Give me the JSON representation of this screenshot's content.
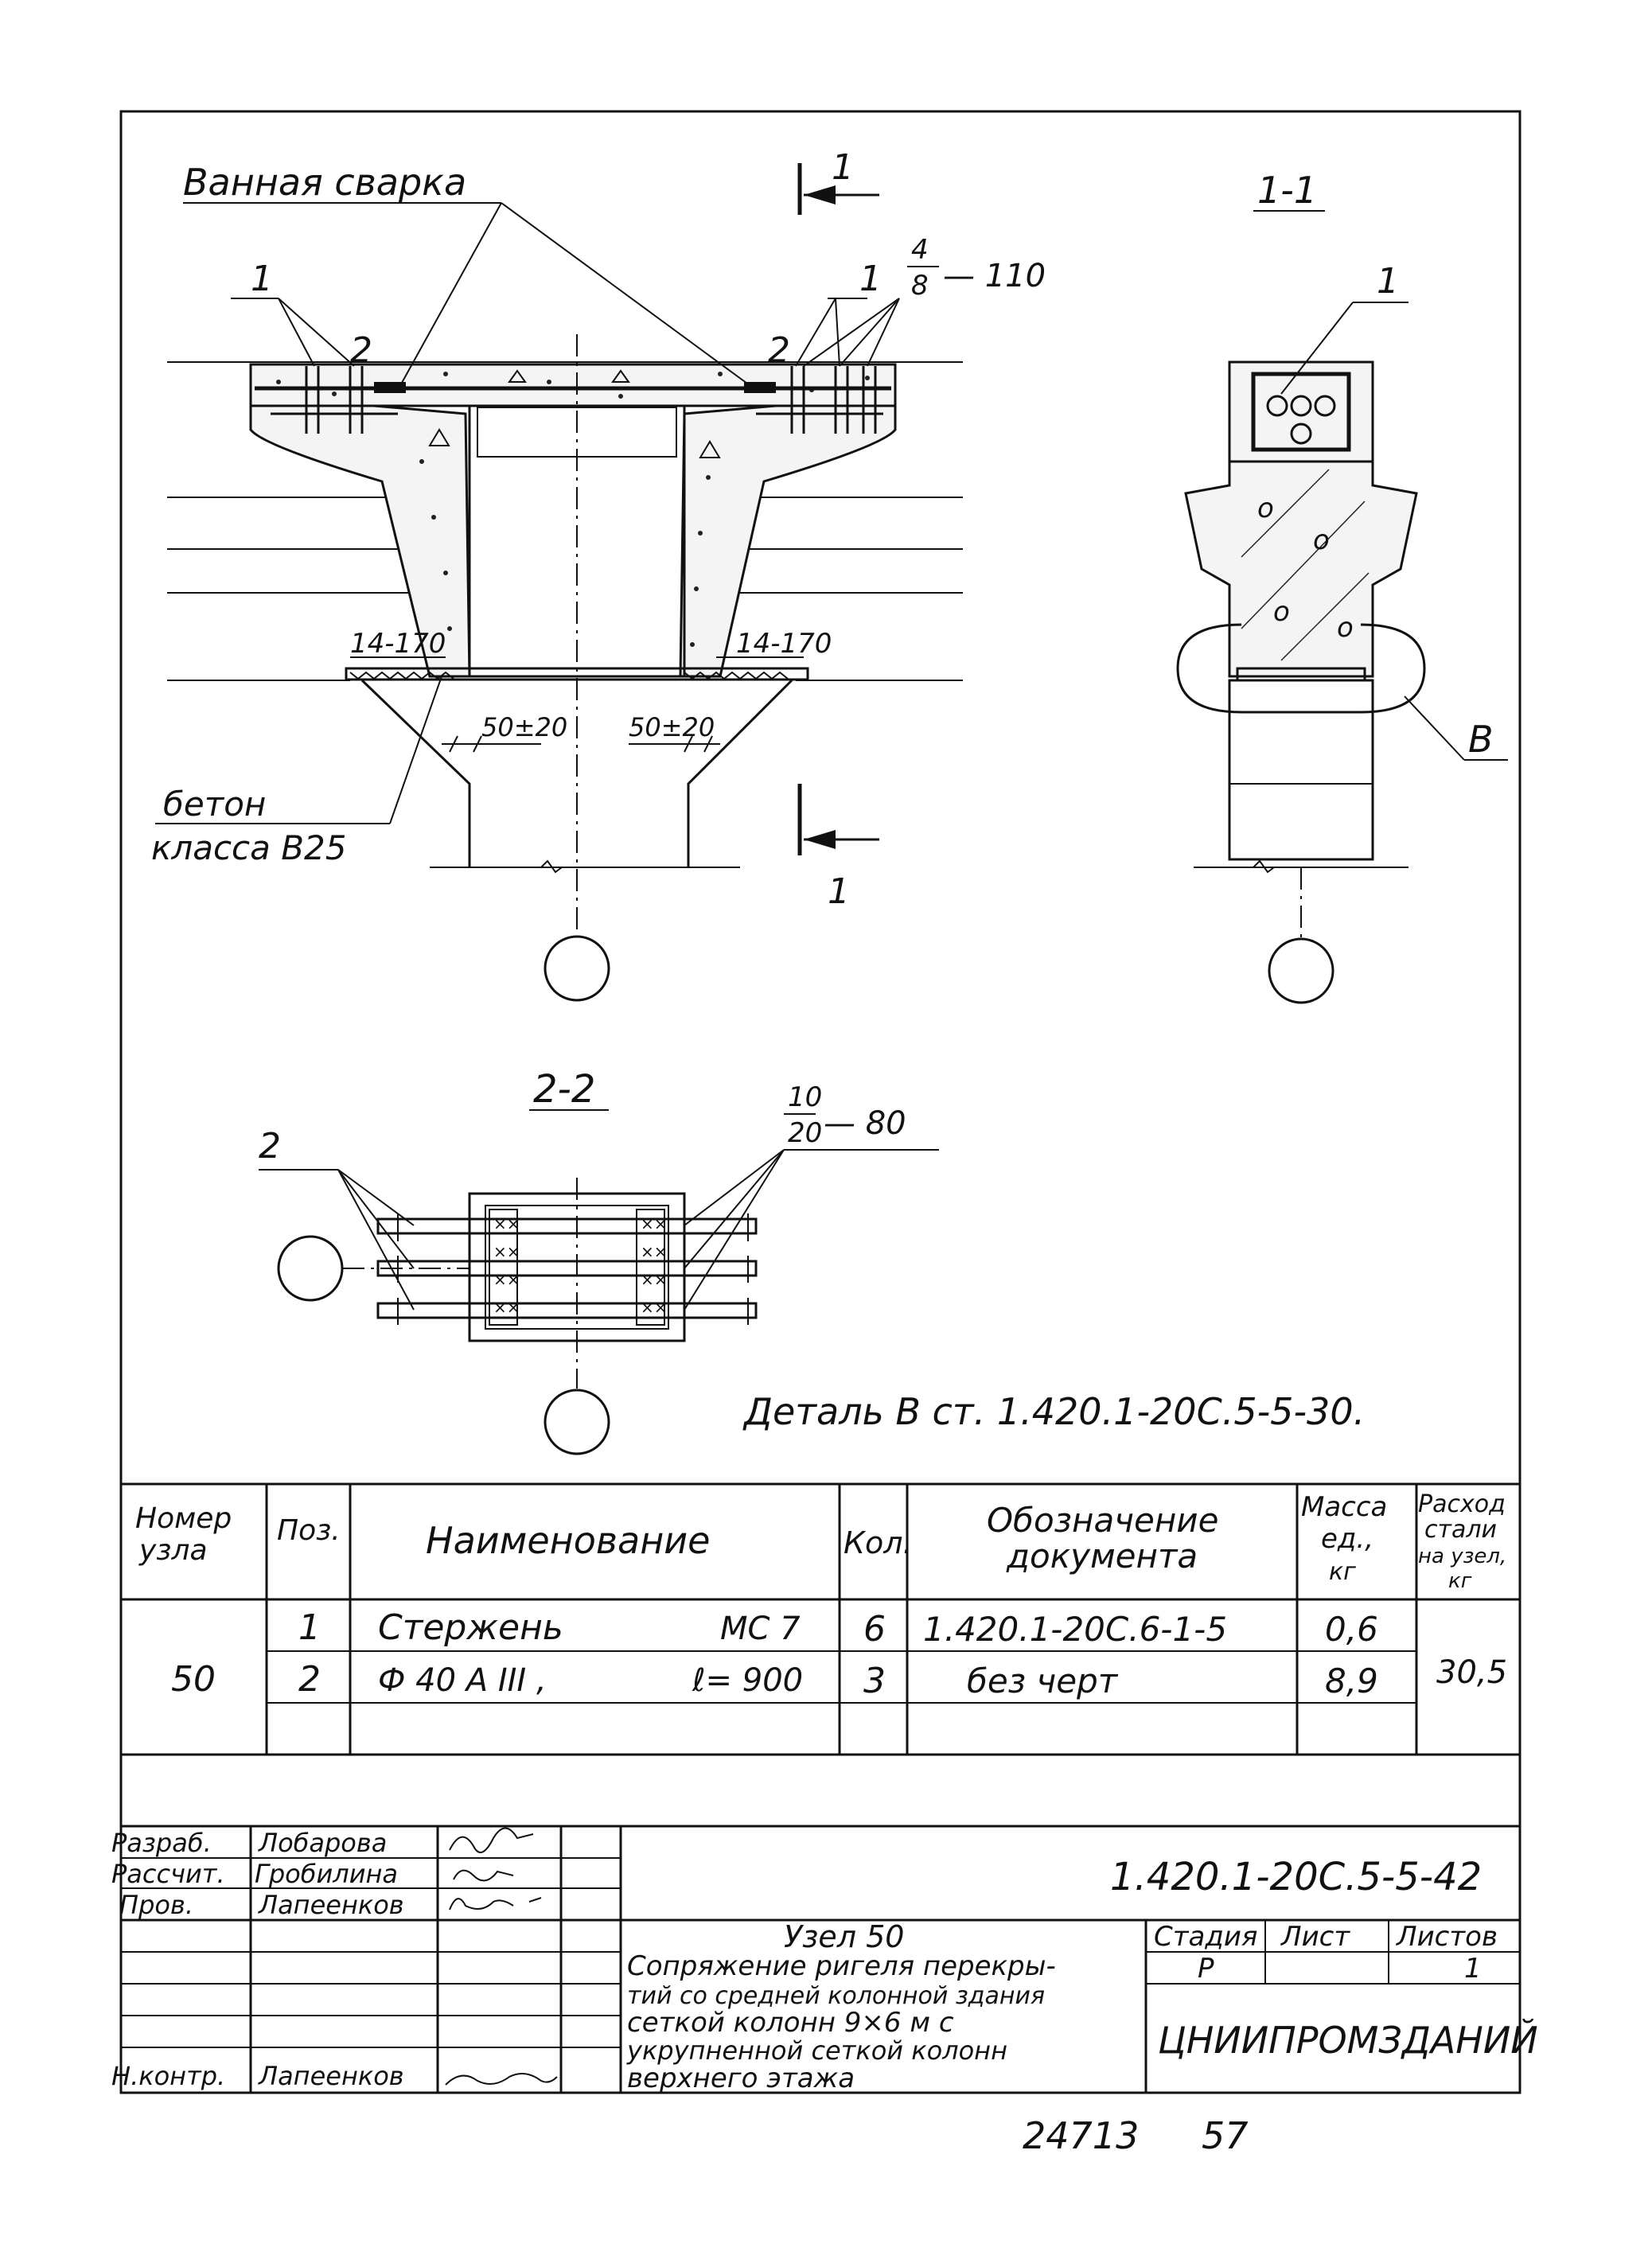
{
  "drawing": {
    "labels": {
      "weld": "Ванная сварка",
      "concrete_1": "бетон",
      "concrete_2": "класса В25",
      "section_1_1": "1-1",
      "section_2_2": "2-2",
      "section_marker": "1",
      "pos_1": "1",
      "pos_2": "2",
      "pos_4_8_top": "4",
      "pos_4_8_bottom": "8",
      "dim_110": "— 110",
      "dim_14_170_left": "14-170",
      "dim_14_170_right": "14-170",
      "dim_50_20_left": "50±20",
      "dim_50_20_right": "50±20",
      "detail_callout": "В",
      "frac_10": "10",
      "frac_20": "20",
      "dim_80": "— 80",
      "detail_note": "Деталь В ст. 1.420.1-20С.5-5-30."
    }
  },
  "spec_table": {
    "headers": {
      "node": "Номер узла",
      "pos": "Поз.",
      "name": "Наименование",
      "qty": "Кол.",
      "doc_1": "Обозначение",
      "doc_2": "документа",
      "mass_1": "Масса",
      "mass_2": "ед.,",
      "mass_3": "кг",
      "steel_1": "Расход",
      "steel_2": "стали",
      "steel_3": "на узел,",
      "steel_4": "кг"
    },
    "node": "50",
    "total_steel": "30,5",
    "rows": [
      {
        "pos": "1",
        "name": "Стержень",
        "mark": "МС 7",
        "qty": "6",
        "doc": "1.420.1-20С.6-1-5",
        "mass": "0,6"
      },
      {
        "pos": "2",
        "name": "Ф 40 А III ,",
        "mark": "ℓ= 900",
        "qty": "3",
        "doc": "без черт",
        "mass": "8,9"
      }
    ]
  },
  "title_block": {
    "roles": [
      "Разраб.",
      "Рассчит.",
      "Пров.",
      "",
      "",
      "",
      "",
      "Н.контр."
    ],
    "names": [
      "Лобарова",
      "Гробилина",
      "Лапеенков",
      "",
      "",
      "",
      "",
      "Лапеенков"
    ],
    "doc_number": "1.420.1-20С.5-5-42",
    "node_title": "Узел 50",
    "description": [
      "Сопряжение ригеля перекры-",
      "тий со средней колонной здания",
      "сеткой колонн 9×6 м с",
      "укрупненной сеткой колонн",
      "верхнего этажа"
    ],
    "stage_label": "Стадия",
    "sheet_label": "Лист",
    "sheets_label": "Листов",
    "stage": "Р",
    "sheets": "1",
    "org": "ЦНИИПРОМЗДАНИЙ"
  },
  "footer": {
    "archive_no": "24713",
    "page": "57"
  }
}
